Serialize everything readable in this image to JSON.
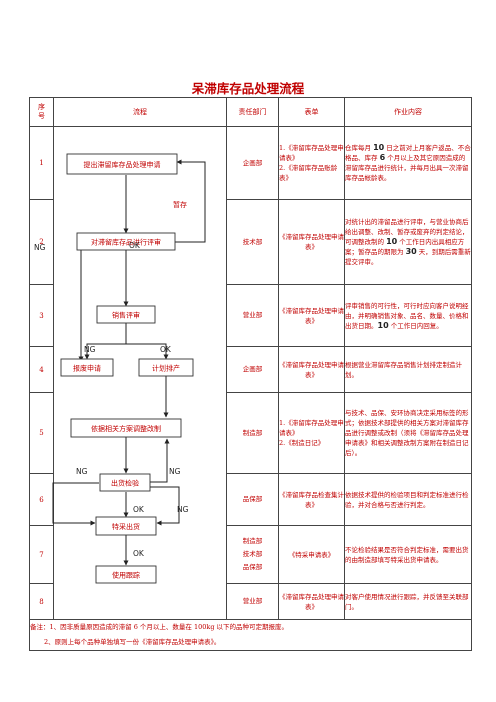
{
  "title": "呆滞库存品处理流程",
  "headers": {
    "seq": "序号",
    "flow": "流程",
    "dept": "责任部门",
    "form": "表单",
    "work": "作业内容"
  },
  "rows": [
    {
      "seq": "1",
      "dept": "企画部",
      "form": [
        "1.《滞留库存品处理申请表》",
        "2.《滞留库存品账龄表》"
      ],
      "work": [
        "仓库每月 ",
        "10",
        " 日之前对上月客户返品、不合格品、库存 ",
        "6",
        " 个月以上及其它原因造成的滞留库存品进行统计，并每月出具一次滞留库存品帐龄表。"
      ]
    },
    {
      "seq": "2",
      "dept": "技术部",
      "form": [
        "《滞留库存品处理申请表》"
      ],
      "work": [
        "对统计出的滞留品进行评审，与营业协商后给出调整、改制、暂存或废弃的判定结论，可调整改制的 ",
        "10",
        " 个工作日内出具相应方案；暂存品的期限为 ",
        "30",
        " 天，到期后需重新提交评审。"
      ]
    },
    {
      "seq": "3",
      "dept": "营业部",
      "form": [
        "《滞留库存品处理申请表》"
      ],
      "work": [
        "评审销售的可行性，可行时应向客户说明经由，并明确销售对象、品名、数量、价格和出货日期。",
        "10",
        " 个工作日内回复。"
      ]
    },
    {
      "seq": "4",
      "dept": "企画部",
      "form": [
        "《滞留库存品处理申请表》"
      ],
      "work": [
        "根据营业滞留库存品销售计划排定制造计划。"
      ]
    },
    {
      "seq": "5",
      "dept": "制造部",
      "form": [
        "1.《滞留库存品处理申请表》",
        "2.《制造日记》"
      ],
      "work": [
        "与技术、品保、安环协商决定采用标签的形式；依据技术部提供的相关方案对滞留库存品进行调整或改制（须将《滞留库存品处理申请表》和相关调整改制方案附在制造日记后）。"
      ]
    },
    {
      "seq": "6",
      "dept": "品保部",
      "form": [
        "《滞留库存品检查集计表》"
      ],
      "work": [
        "依据技术提供的检验项目和判定标准进行检验，并对合格与否进行判定。"
      ]
    },
    {
      "seq": "7",
      "dept": [
        "制造部",
        "技术部",
        "品保部"
      ],
      "form": [
        "《特采申请表》"
      ],
      "work": [
        "不论检验结果是否符合判定标准，需要出货的由制造部填写特采出货申请表。"
      ]
    },
    {
      "seq": "8",
      "dept": "营业部",
      "form": [
        "《滞留库存品处理申请表》"
      ],
      "work": [
        "对客户使用情况进行跟踪，并反馈至关联部门。"
      ]
    }
  ],
  "flow": {
    "boxes": [
      "提出滞留库存品处理申请",
      "对滞留库存品进行评审",
      "销售评审",
      "报废申请",
      "计划排产",
      "依据相关方案调整改制",
      "出货检验",
      "特采出货",
      "使用跟踪"
    ],
    "labels": {
      "hold": "暂存",
      "ng": "NG",
      "ok": "OK"
    }
  },
  "notes": {
    "note1": "备注：1、因非质量原因造成的滞留 6 个月以上、数量在 100kg 以下的品种可定期报废。",
    "note2": "2、原则上每个品种单独填写一份《滞留库存品处理申请表》。"
  }
}
